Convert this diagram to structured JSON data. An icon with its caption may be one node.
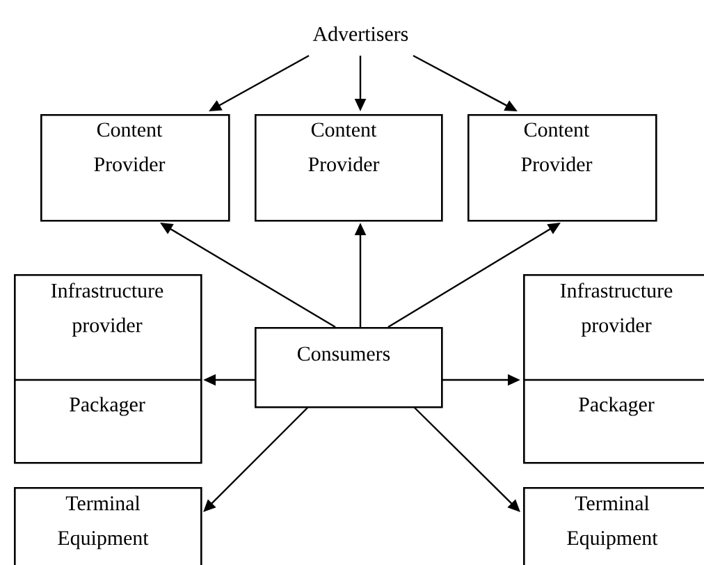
{
  "diagram": {
    "nodes": [
      {
        "text": [
          "Advertisers"
        ]
      },
      {
        "text": [
          "Content Provider"
        ]
      },
      {
        "text": [
          "Content Provider"
        ]
      },
      {
        "text": [
          "Content Provider"
        ]
      },
      {
        "text": [
          "Infrastructure provider",
          "Packager"
        ]
      },
      {
        "text": [
          "Consumers"
        ]
      },
      {
        "text": [
          "Infrastructure provider",
          "Packager"
        ]
      },
      {
        "text": [
          "Terminal Equipment"
        ]
      },
      {
        "text": [
          "Terminal Equipment"
        ]
      }
    ],
    "edges": [
      {
        "from": 0,
        "to": 1,
        "arrow": "to"
      },
      {
        "from": 0,
        "to": 2,
        "arrow": "to"
      },
      {
        "from": 0,
        "to": 3,
        "arrow": "to"
      },
      {
        "from": 5,
        "to": 1,
        "arrow": "to"
      },
      {
        "from": 5,
        "to": 2,
        "arrow": "to"
      },
      {
        "from": 5,
        "to": 3,
        "arrow": "to"
      },
      {
        "from": 5,
        "to": 4,
        "arrow": "to"
      },
      {
        "from": 5,
        "to": 6,
        "arrow": "to"
      },
      {
        "from": 5,
        "to": 7,
        "arrow": "to"
      },
      {
        "from": 5,
        "to": 8,
        "arrow": "to"
      }
    ]
  }
}
